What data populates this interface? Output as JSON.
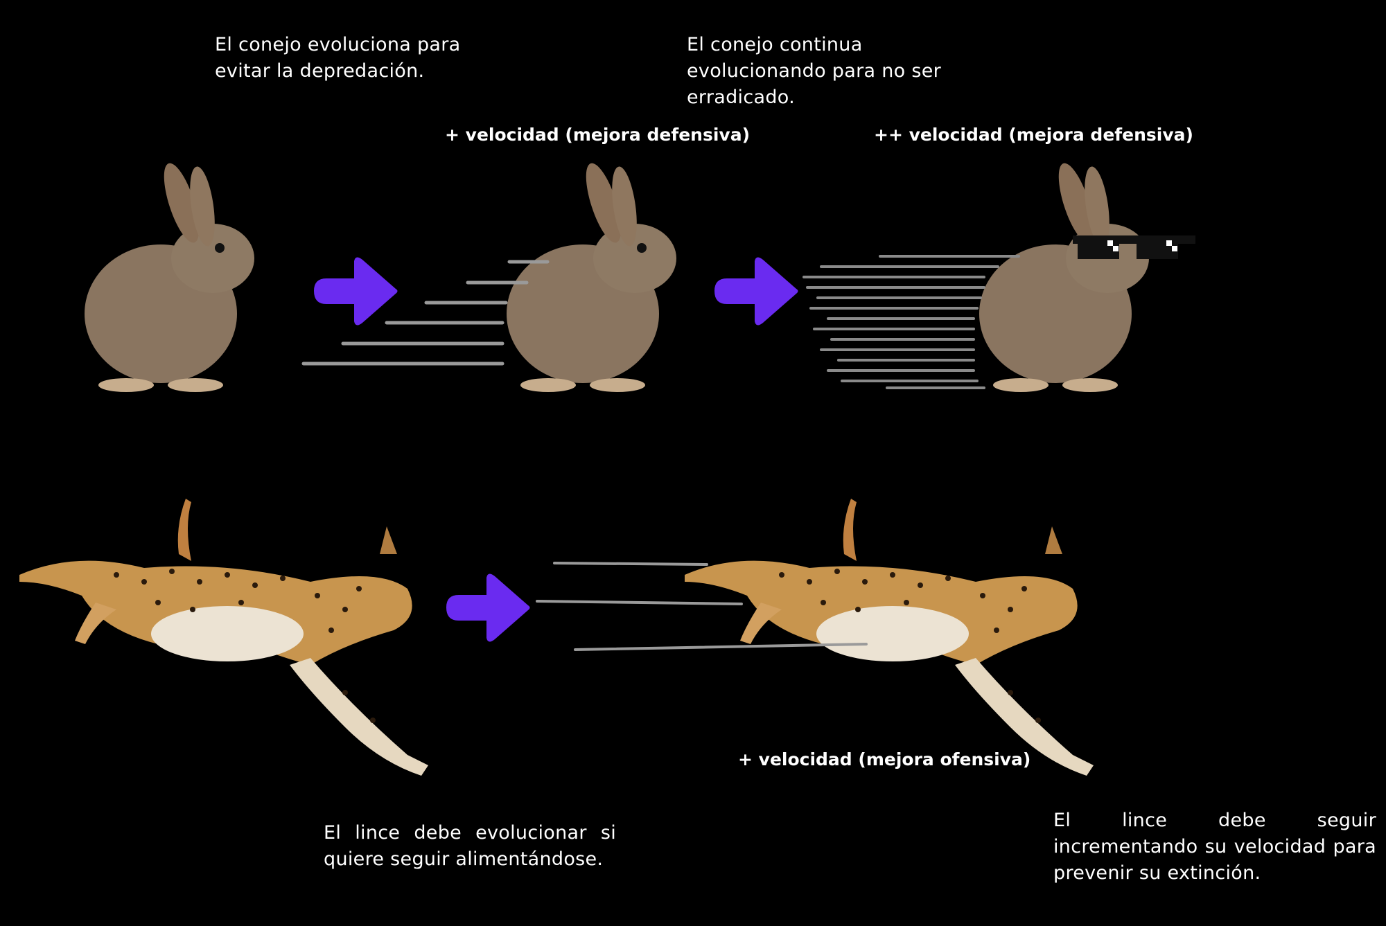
{
  "top_texts": {
    "rabbit_step1": "El conejo evoluciona para evitar la depredación.",
    "rabbit_step2": "El conejo continua evolucionando para no ser erradicado."
  },
  "labels": {
    "rabbit_speed_1": "+ velocidad (mejora defensiva)",
    "rabbit_speed_2": "++ velocidad (mejora defensiva)",
    "lynx_speed_1": "+ velocidad (mejora ofensiva)"
  },
  "bottom_texts": {
    "lynx_step1": "El lince debe evolucionar si quiere seguir alimentándose.",
    "lynx_step2": "El lince debe seguir incrementando su velocidad para prevenir su extinción."
  },
  "colors": {
    "arrow": "#6a2bf0",
    "background": "#000000",
    "speed_lines": "#9a9a9a"
  }
}
